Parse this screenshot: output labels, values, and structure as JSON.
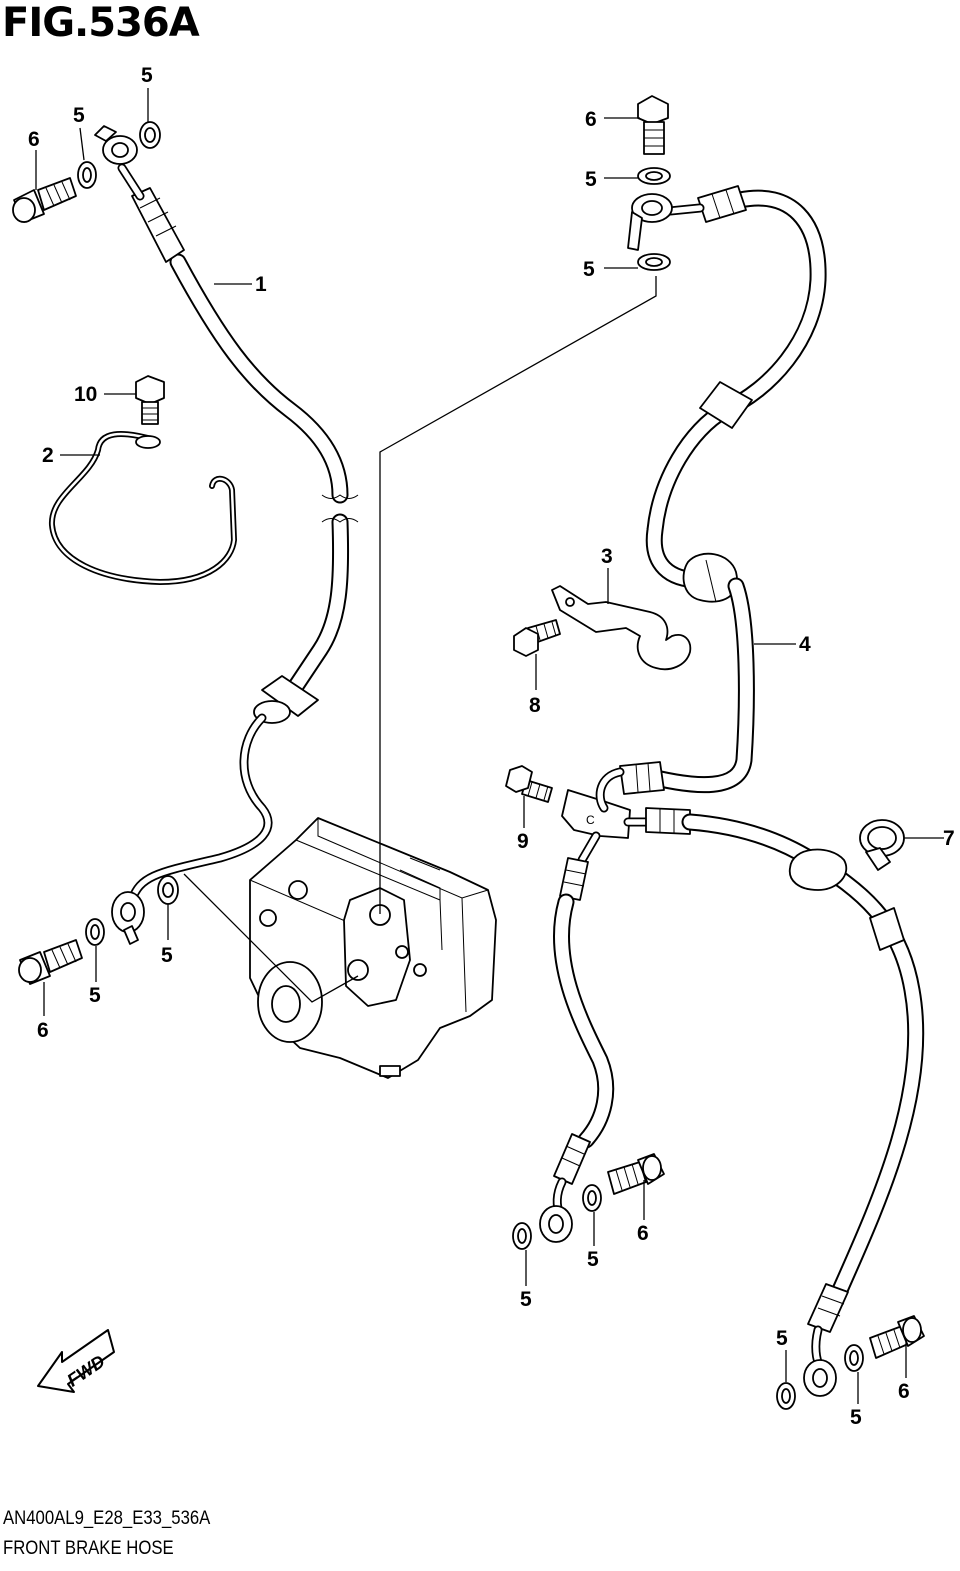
{
  "figure": {
    "title": "FIG.536A",
    "code": "AN400AL9_E28_E33_536A",
    "name": "FRONT BRAKE HOSE"
  },
  "direction_label": "FWD",
  "callouts": [
    "1",
    "2",
    "3",
    "4",
    "5",
    "6",
    "7",
    "8",
    "9",
    "10"
  ],
  "colors": {
    "ink": "#000000",
    "paper": "#ffffff"
  }
}
